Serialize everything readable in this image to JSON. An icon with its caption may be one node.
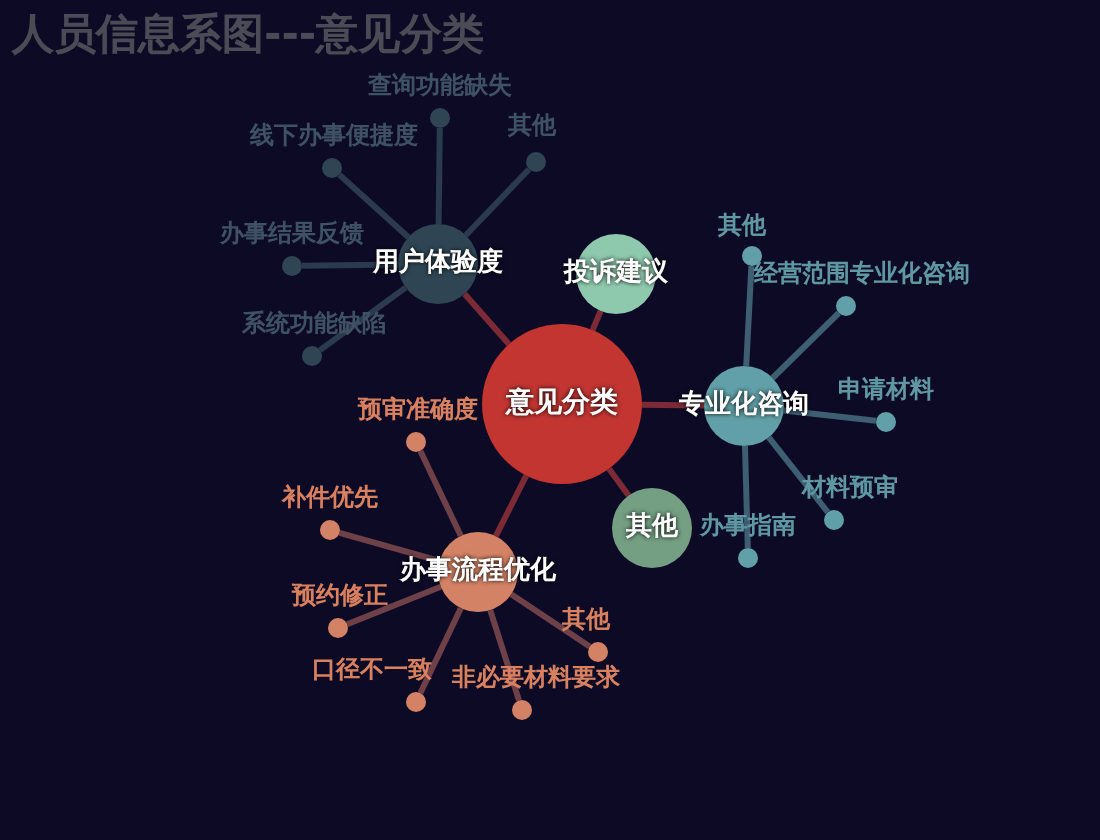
{
  "diagram": {
    "title": "人员信息系图---意见分类",
    "nodes": [
      {
        "text": [
          "意见分类"
        ]
      },
      {
        "text": [
          "用户体验度"
        ]
      },
      {
        "text": [
          "投诉建议"
        ]
      },
      {
        "text": [
          "专业化咨询"
        ]
      },
      {
        "text": [
          "其他"
        ]
      },
      {
        "text": [
          "办事流程优化"
        ]
      },
      {
        "text": [
          "查询功能缺失"
        ]
      },
      {
        "text": [
          "线下办事便捷度"
        ]
      },
      {
        "text": [
          "其他"
        ]
      },
      {
        "text": [
          "办事结果反馈"
        ]
      },
      {
        "text": [
          "系统功能缺陷"
        ]
      },
      {
        "text": [
          "其他"
        ]
      },
      {
        "text": [
          "经营范围专业化咨询"
        ]
      },
      {
        "text": [
          "申请材料"
        ]
      },
      {
        "text": [
          "材料预审"
        ]
      },
      {
        "text": [
          "办事指南"
        ]
      },
      {
        "text": [
          "预审准确度"
        ]
      },
      {
        "text": [
          "补件优先"
        ]
      },
      {
        "text": [
          "预约修正"
        ]
      },
      {
        "text": [
          "其他"
        ]
      },
      {
        "text": [
          "口径不一致"
        ]
      },
      {
        "text": [
          "非必要材料要求"
        ]
      }
    ],
    "edges": [
      {
        "from": 0,
        "to": 1,
        "arrow": "none",
        "color": "#7b2a36"
      },
      {
        "from": 0,
        "to": 2,
        "arrow": "none",
        "color": "#7b2a36"
      },
      {
        "from": 0,
        "to": 3,
        "arrow": "none",
        "color": "#7b2a36"
      },
      {
        "from": 0,
        "to": 4,
        "arrow": "none",
        "color": "#7b2a36"
      },
      {
        "from": 0,
        "to": 5,
        "arrow": "none",
        "color": "#7b2a36"
      },
      {
        "from": 1,
        "to": 6,
        "arrow": "none",
        "color": "#2b3a4c"
      },
      {
        "from": 1,
        "to": 7,
        "arrow": "none",
        "color": "#2b3a4c"
      },
      {
        "from": 1,
        "to": 8,
        "arrow": "none",
        "color": "#2b3a4c"
      },
      {
        "from": 1,
        "to": 9,
        "arrow": "none",
        "color": "#2b3a4c"
      },
      {
        "from": 1,
        "to": 10,
        "arrow": "none",
        "color": "#2b3a4c"
      },
      {
        "from": 3,
        "to": 11,
        "arrow": "none",
        "color": "#3e5e72"
      },
      {
        "from": 3,
        "to": 12,
        "arrow": "none",
        "color": "#3e5e72"
      },
      {
        "from": 3,
        "to": 13,
        "arrow": "none",
        "color": "#3e5e72"
      },
      {
        "from": 3,
        "to": 14,
        "arrow": "none",
        "color": "#3e5e72"
      },
      {
        "from": 3,
        "to": 15,
        "arrow": "none",
        "color": "#3e5e72"
      },
      {
        "from": 5,
        "to": 16,
        "arrow": "none",
        "color": "#6e4048"
      },
      {
        "from": 5,
        "to": 17,
        "arrow": "none",
        "color": "#6e4048"
      },
      {
        "from": 5,
        "to": 18,
        "arrow": "none",
        "color": "#6e4048"
      },
      {
        "from": 5,
        "to": 19,
        "arrow": "none",
        "color": "#6e4048"
      },
      {
        "from": 5,
        "to": 20,
        "arrow": "none",
        "color": "#6e4048"
      },
      {
        "from": 5,
        "to": 21,
        "arrow": "none",
        "color": "#6e4048"
      }
    ]
  }
}
